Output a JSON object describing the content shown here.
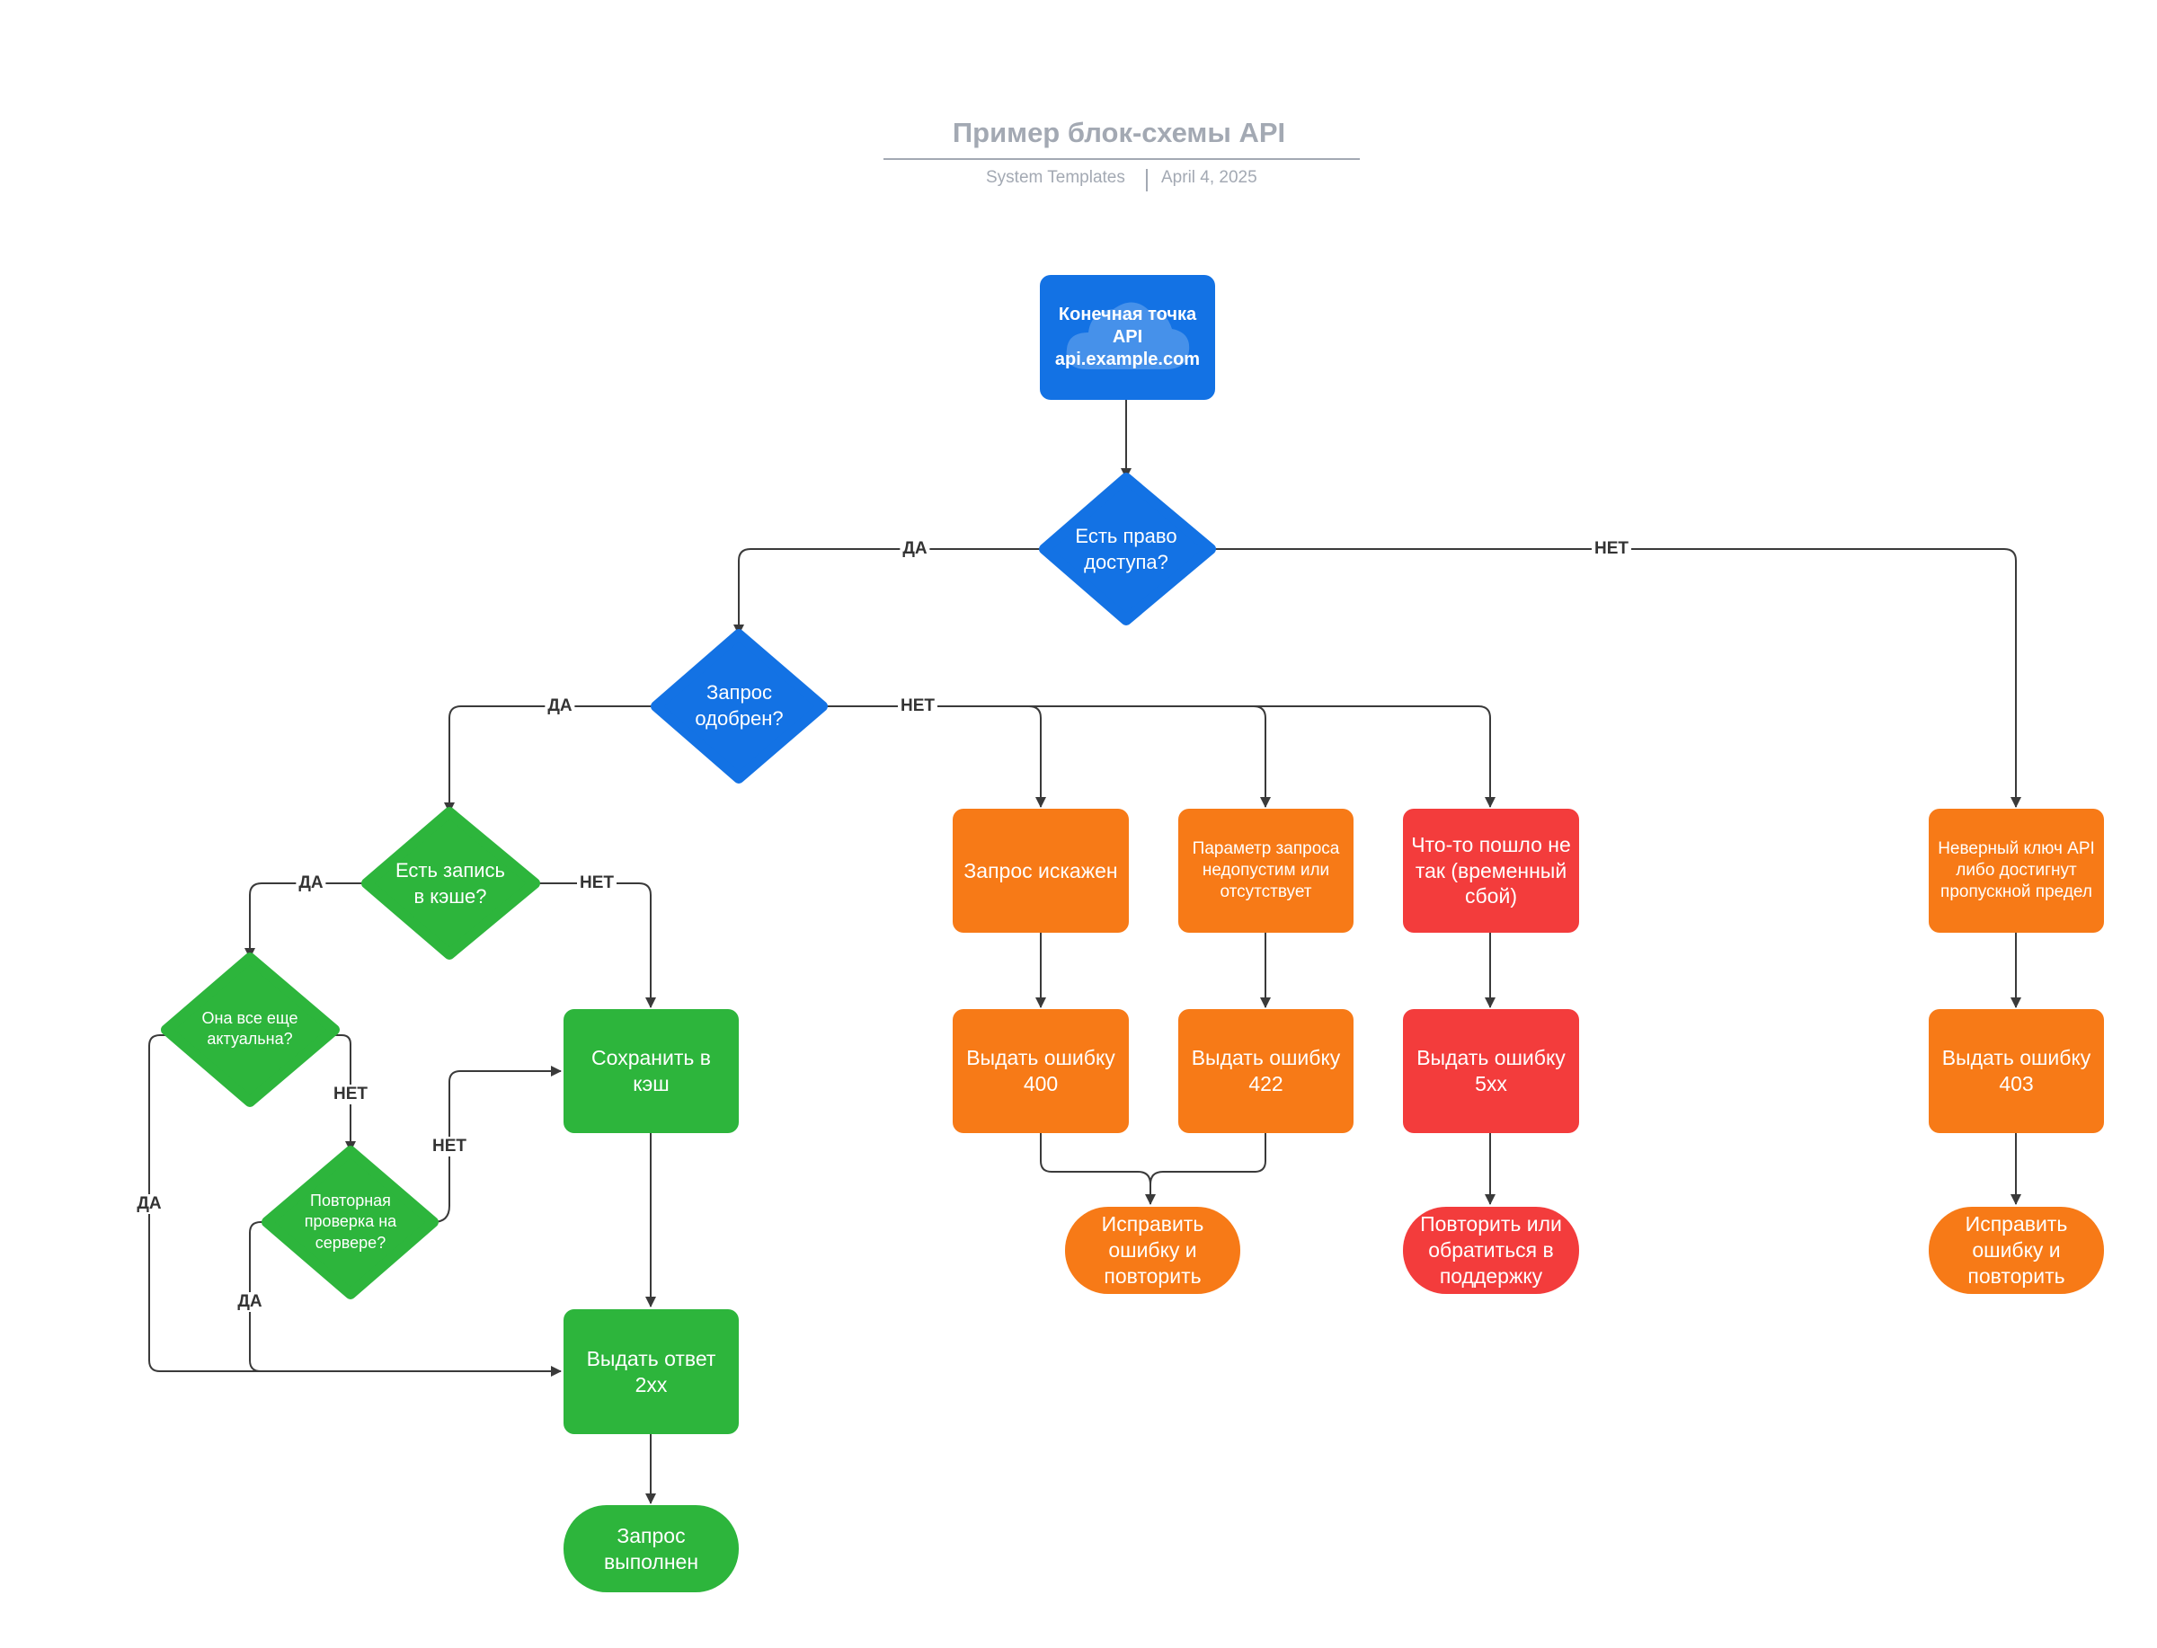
{
  "header": {
    "title": "Пример блок-схемы API",
    "source": "System Templates",
    "date": "April 4, 2025"
  },
  "colors": {
    "blue": "#1372e4",
    "green": "#2db53c",
    "orange": "#f77a17",
    "red": "#f33c3c",
    "connector": "#3a3a3a"
  },
  "icons": {
    "endpoint": "cloud-icon"
  },
  "nodes": {
    "endpoint": "Конечная точка API api.example.com",
    "access": "Есть право доступа?",
    "approved": "Запрос одобрен?",
    "cache_entry": "Есть запись в кэше?",
    "still_valid": "Она все еще актуальна?",
    "server_recheck": "Повторная проверка на сервере?",
    "save_cache": "Сохранить в кэш",
    "respond_2xx": "Выдать ответ 2xx",
    "request_done": "Запрос выполнен",
    "malformed": "Запрос искажен",
    "bad_param": "Параметр запроса недопустим или отсутствует",
    "temp_failure": "Что-то пошло не так (временный сбой)",
    "bad_key": "Неверный ключ API либо достигнут пропускной предел",
    "error_400": "Выдать ошибку 400",
    "error_422": "Выдать ошибку 422",
    "error_5xx": "Выдать ошибку 5xx",
    "error_403": "Выдать ошибку 403",
    "fix_retry_1": "Исправить ошибку и повторить",
    "retry_support": "Повторить или обратиться в поддержку",
    "fix_retry_2": "Исправить ошибку и повторить"
  },
  "edge_labels": {
    "access_yes": "ДА",
    "access_no": "НЕТ",
    "approved_yes": "ДА",
    "approved_no": "НЕТ",
    "cache_yes": "ДА",
    "cache_no": "НЕТ",
    "valid_yes": "ДА",
    "valid_no": "НЕТ",
    "recheck_yes": "ДА",
    "recheck_no": "НЕТ"
  }
}
